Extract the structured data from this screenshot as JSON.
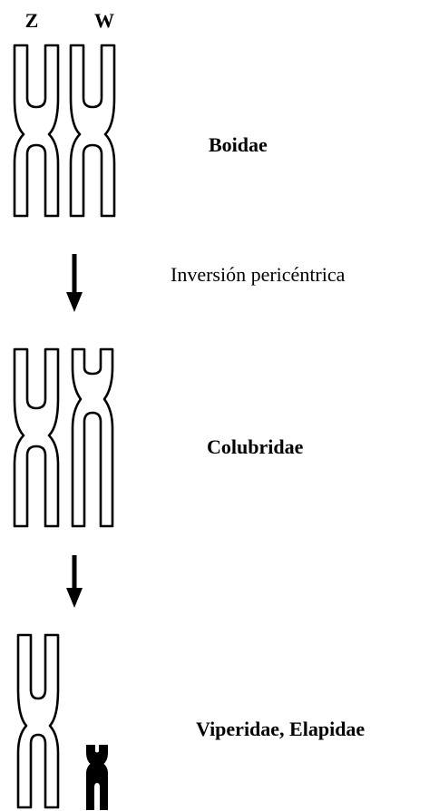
{
  "chromosome_labels": {
    "z": "Z",
    "w": "W"
  },
  "stages": [
    {
      "family": "Boidae"
    },
    {
      "family": "Colubridae"
    },
    {
      "family": "Viperidae, Elapidae"
    }
  ],
  "transition": {
    "label": "Inversión pericéntrica"
  },
  "colors": {
    "outline": "#000000",
    "fill": "#ffffff",
    "degenerate_w": "#000000"
  }
}
